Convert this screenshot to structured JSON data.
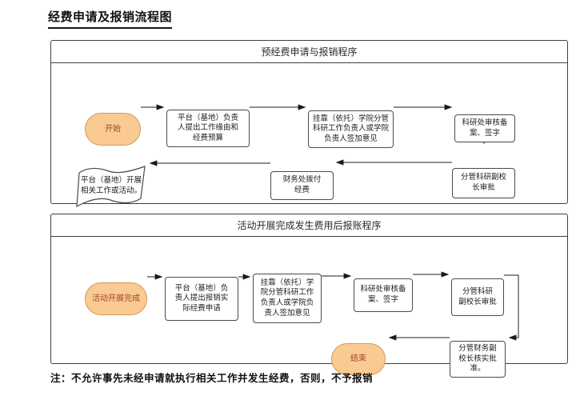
{
  "page": {
    "title": "经费申请及报销流程图",
    "note": "注：不允许事先未经申请就执行相关工作并发生经费，否则，不予报销"
  },
  "colors": {
    "stadium_fill": "#f9cb92",
    "stadium_border": "#d9965b",
    "stadium_text": "#a5422d",
    "box_border": "#4a4a4a",
    "container_border": "#3f3f3f",
    "line": "#4a4a4a",
    "background": "#ffffff"
  },
  "section1": {
    "header": "预经费申请与报销程序",
    "nodes": {
      "start": "开始",
      "propose": "平台（基地）负责\n人提出工作缘由和\n经费预算",
      "college_sign": "挂靠（依托）学院分管\n科研工作负责人或学院\n负责人签加意见",
      "research_office": "科研处审核备\n案、签字",
      "vp_research": "分管科研副校\n长审批",
      "finance_allocate": "财务处拨付\n经费",
      "carry_out": "平台（基地）开展\n相关工作或活动。"
    }
  },
  "section2": {
    "header": "活动开展完成发生费用后报账程序",
    "nodes": {
      "start": "活动开展完成",
      "propose": "平台（基地）负\n责人提出报销实\n际经费申请",
      "college_sign": "挂靠（依托）学\n院分管科研工作\n负责人或学院负\n责人签加意见",
      "research_office": "科研处审核备\n案、签字",
      "vp_research": "分管科研\n副校长审批",
      "vp_finance": "分管财务副\n校长核实批\n准。",
      "end": "结束"
    }
  }
}
